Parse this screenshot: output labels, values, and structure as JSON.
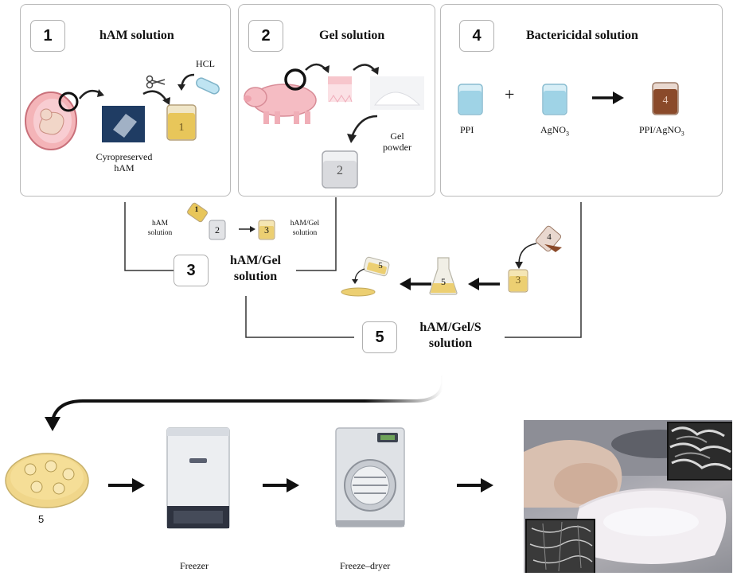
{
  "panels": [
    {
      "num": "1",
      "title": "hAM solution"
    },
    {
      "num": "2",
      "title": "Gel solution"
    },
    {
      "num": "4",
      "title": "Bactericidal solution"
    }
  ],
  "panel1": {
    "hcl": "HCL",
    "tissue": "Cyropreserved hAM",
    "tissue_line1": "Cyropreserved",
    "tissue_line2": "hAM",
    "beaker": "1"
  },
  "panel2": {
    "powder_line1": "Gel",
    "powder_line2": "powder",
    "beaker": "2"
  },
  "panel4": {
    "ppi": "PPI",
    "plus": "+",
    "agno3": "AgNO",
    "agno3_sub": "3",
    "mix": "PPI/AgNO",
    "mix_sub": "3",
    "beaker": "4"
  },
  "step3": {
    "num": "3",
    "title_line1": "hAM/Gel",
    "title_line2": "solution",
    "left_line1": "hAM",
    "left_line2": "solution",
    "right_line1": "hAM/Gel",
    "right_line2": "solution",
    "beaker_a": "1",
    "beaker_b": "2",
    "beaker_c": "3"
  },
  "step5": {
    "num": "5",
    "title_line1": "hAM/Gel/S",
    "title_line2": "solution",
    "beaker_4": "4",
    "beaker_3": "3",
    "flask": "5",
    "pour": "5"
  },
  "process": {
    "dish": "5",
    "freezer": "Freezer",
    "dryer": "Freeze–dryer"
  },
  "colors": {
    "border": "#b9b9b9",
    "gold": "#e8c65a",
    "blue": "#9fd3e6",
    "brown": "#8a4a2a"
  }
}
